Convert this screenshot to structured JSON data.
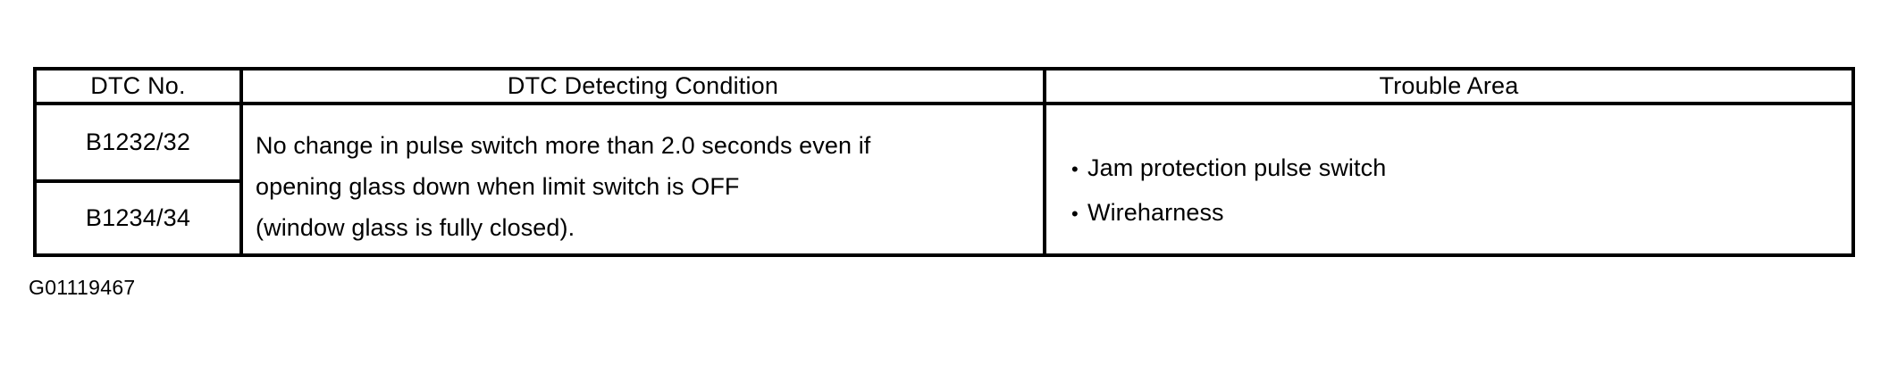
{
  "document": {
    "figure_caption": "G01119467"
  },
  "table": {
    "columns": [
      {
        "key": "dtc_no",
        "header": "DTC No."
      },
      {
        "key": "condition",
        "header": "DTC Detecting Condition"
      },
      {
        "key": "trouble",
        "header": "Trouble Area"
      }
    ],
    "dtc_numbers": [
      "B1232/32",
      "B1234/34"
    ],
    "detecting_condition_lines": [
      "No change in pulse switch more than 2.0 seconds even if",
      "opening glass down when limit switch is OFF",
      "(window glass is fully closed)."
    ],
    "trouble_area_items": [
      {
        "bullet": "•",
        "text": "Jam protection pulse switch"
      },
      {
        "bullet": "•",
        "text": "Wireharness"
      }
    ]
  },
  "colors": {
    "ink": "#000000",
    "paper": "#ffffff"
  }
}
